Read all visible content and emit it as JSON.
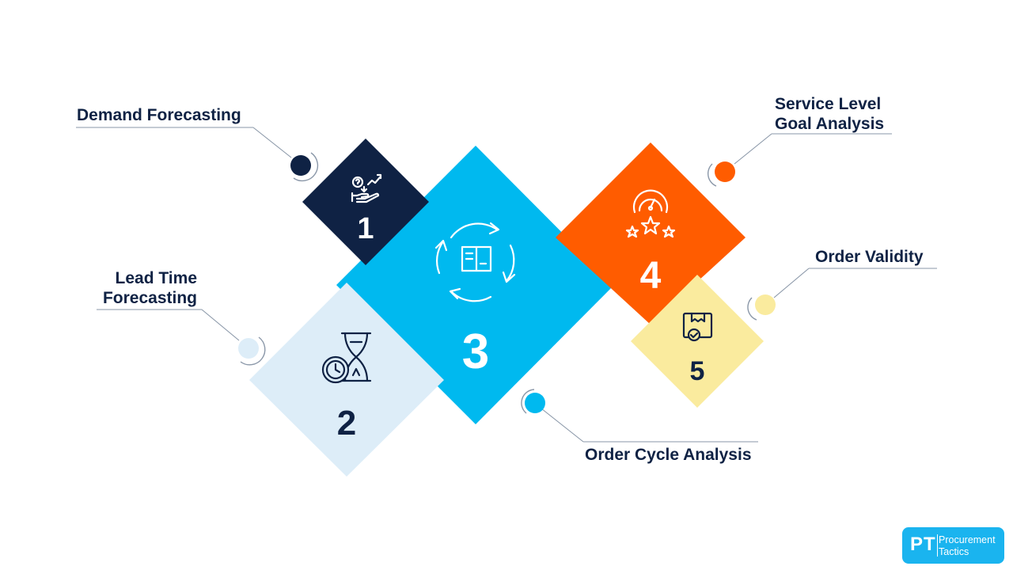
{
  "steps": [
    {
      "number": "1",
      "label_lines": [
        "Demand Forecasting"
      ],
      "icon": "demand-forecast-hand-icon",
      "color": "#0f2244",
      "number_color": "#ffffff"
    },
    {
      "number": "2",
      "label_lines": [
        "Lead Time",
        "Forecasting"
      ],
      "icon": "hourglass-clock-icon",
      "color": "#ddedf8",
      "number_color": "#0f2244"
    },
    {
      "number": "3",
      "label_lines": [
        "Order Cycle Analysis"
      ],
      "icon": "cycle-box-icon",
      "color": "#00b9ef",
      "number_color": "#ffffff"
    },
    {
      "number": "4",
      "label_lines": [
        "Service Level",
        "Goal Analysis"
      ],
      "icon": "gauge-stars-icon",
      "color": "#ff5c00",
      "number_color": "#ffffff"
    },
    {
      "number": "5",
      "label_lines": [
        "Order Validity"
      ],
      "icon": "box-check-icon",
      "color": "#faeb9e",
      "number_color": "#0f2244"
    }
  ],
  "logo": {
    "mark": "PT",
    "line1": "Procurement",
    "line2": "Tactics",
    "color": "#1ab4ef"
  }
}
